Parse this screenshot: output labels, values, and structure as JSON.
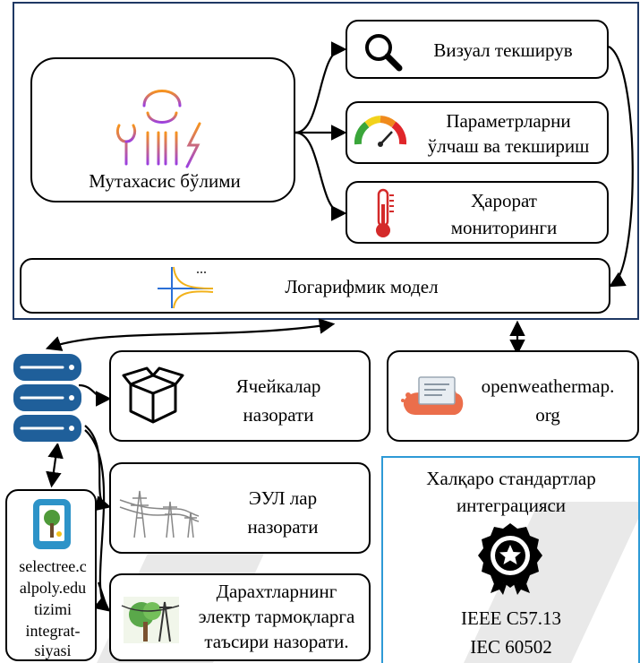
{
  "specialist": {
    "label": "Мутахасис бўлими"
  },
  "tasks": {
    "visual": "Визуал текширув",
    "params_line1": "Параметрларни",
    "params_line2": "ўлчаш ва текшириш",
    "temp_line1": "Ҳарорат",
    "temp_line2": "мониторинги"
  },
  "model": {
    "label": "Логарифмик модел"
  },
  "controls": {
    "cells_line1": "Ячейкалар",
    "cells_line2": "назорати",
    "lines_line1": "ЭУЛ лар",
    "lines_line2": "назорати",
    "trees_line1": "Дарахтларнинг",
    "trees_line2": "электр тармоқларга",
    "trees_line3": "таъсири назорати."
  },
  "weather": {
    "line1": "openweathermap.",
    "line2": "org"
  },
  "selectree": {
    "lines": [
      "selectree.c",
      "alpoly.edu",
      "tizimi",
      "integrat-",
      "siyasi"
    ]
  },
  "standards": {
    "title_line1": "Халқаро стандартлар",
    "title_line2": "интеграцияси",
    "std1": "IEEE C57.13",
    "std2": "IEC 60502"
  }
}
